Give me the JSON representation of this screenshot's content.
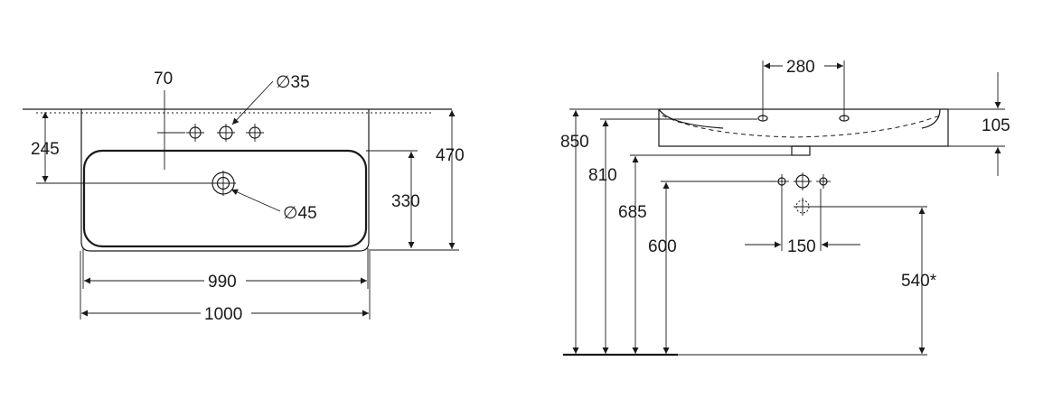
{
  "top_view": {
    "dim_tap_offset": "70",
    "dim_tap_hole": "∅35",
    "dim_tap_to_drain": "245",
    "dim_overall_depth": "470",
    "dim_bowl_depth": "330",
    "dim_drain_hole": "∅45",
    "dim_bowl_width": "990",
    "dim_overall_width": "1000"
  },
  "side_view": {
    "dim_tap_spacing": "280",
    "dim_basin_height": "105",
    "dim_rim_height": "850",
    "dim_overflow_height": "810",
    "dim_outlet_height": "685",
    "dim_supply_height": "600",
    "dim_supply_spacing": "150",
    "dim_waste_height": "540*"
  }
}
